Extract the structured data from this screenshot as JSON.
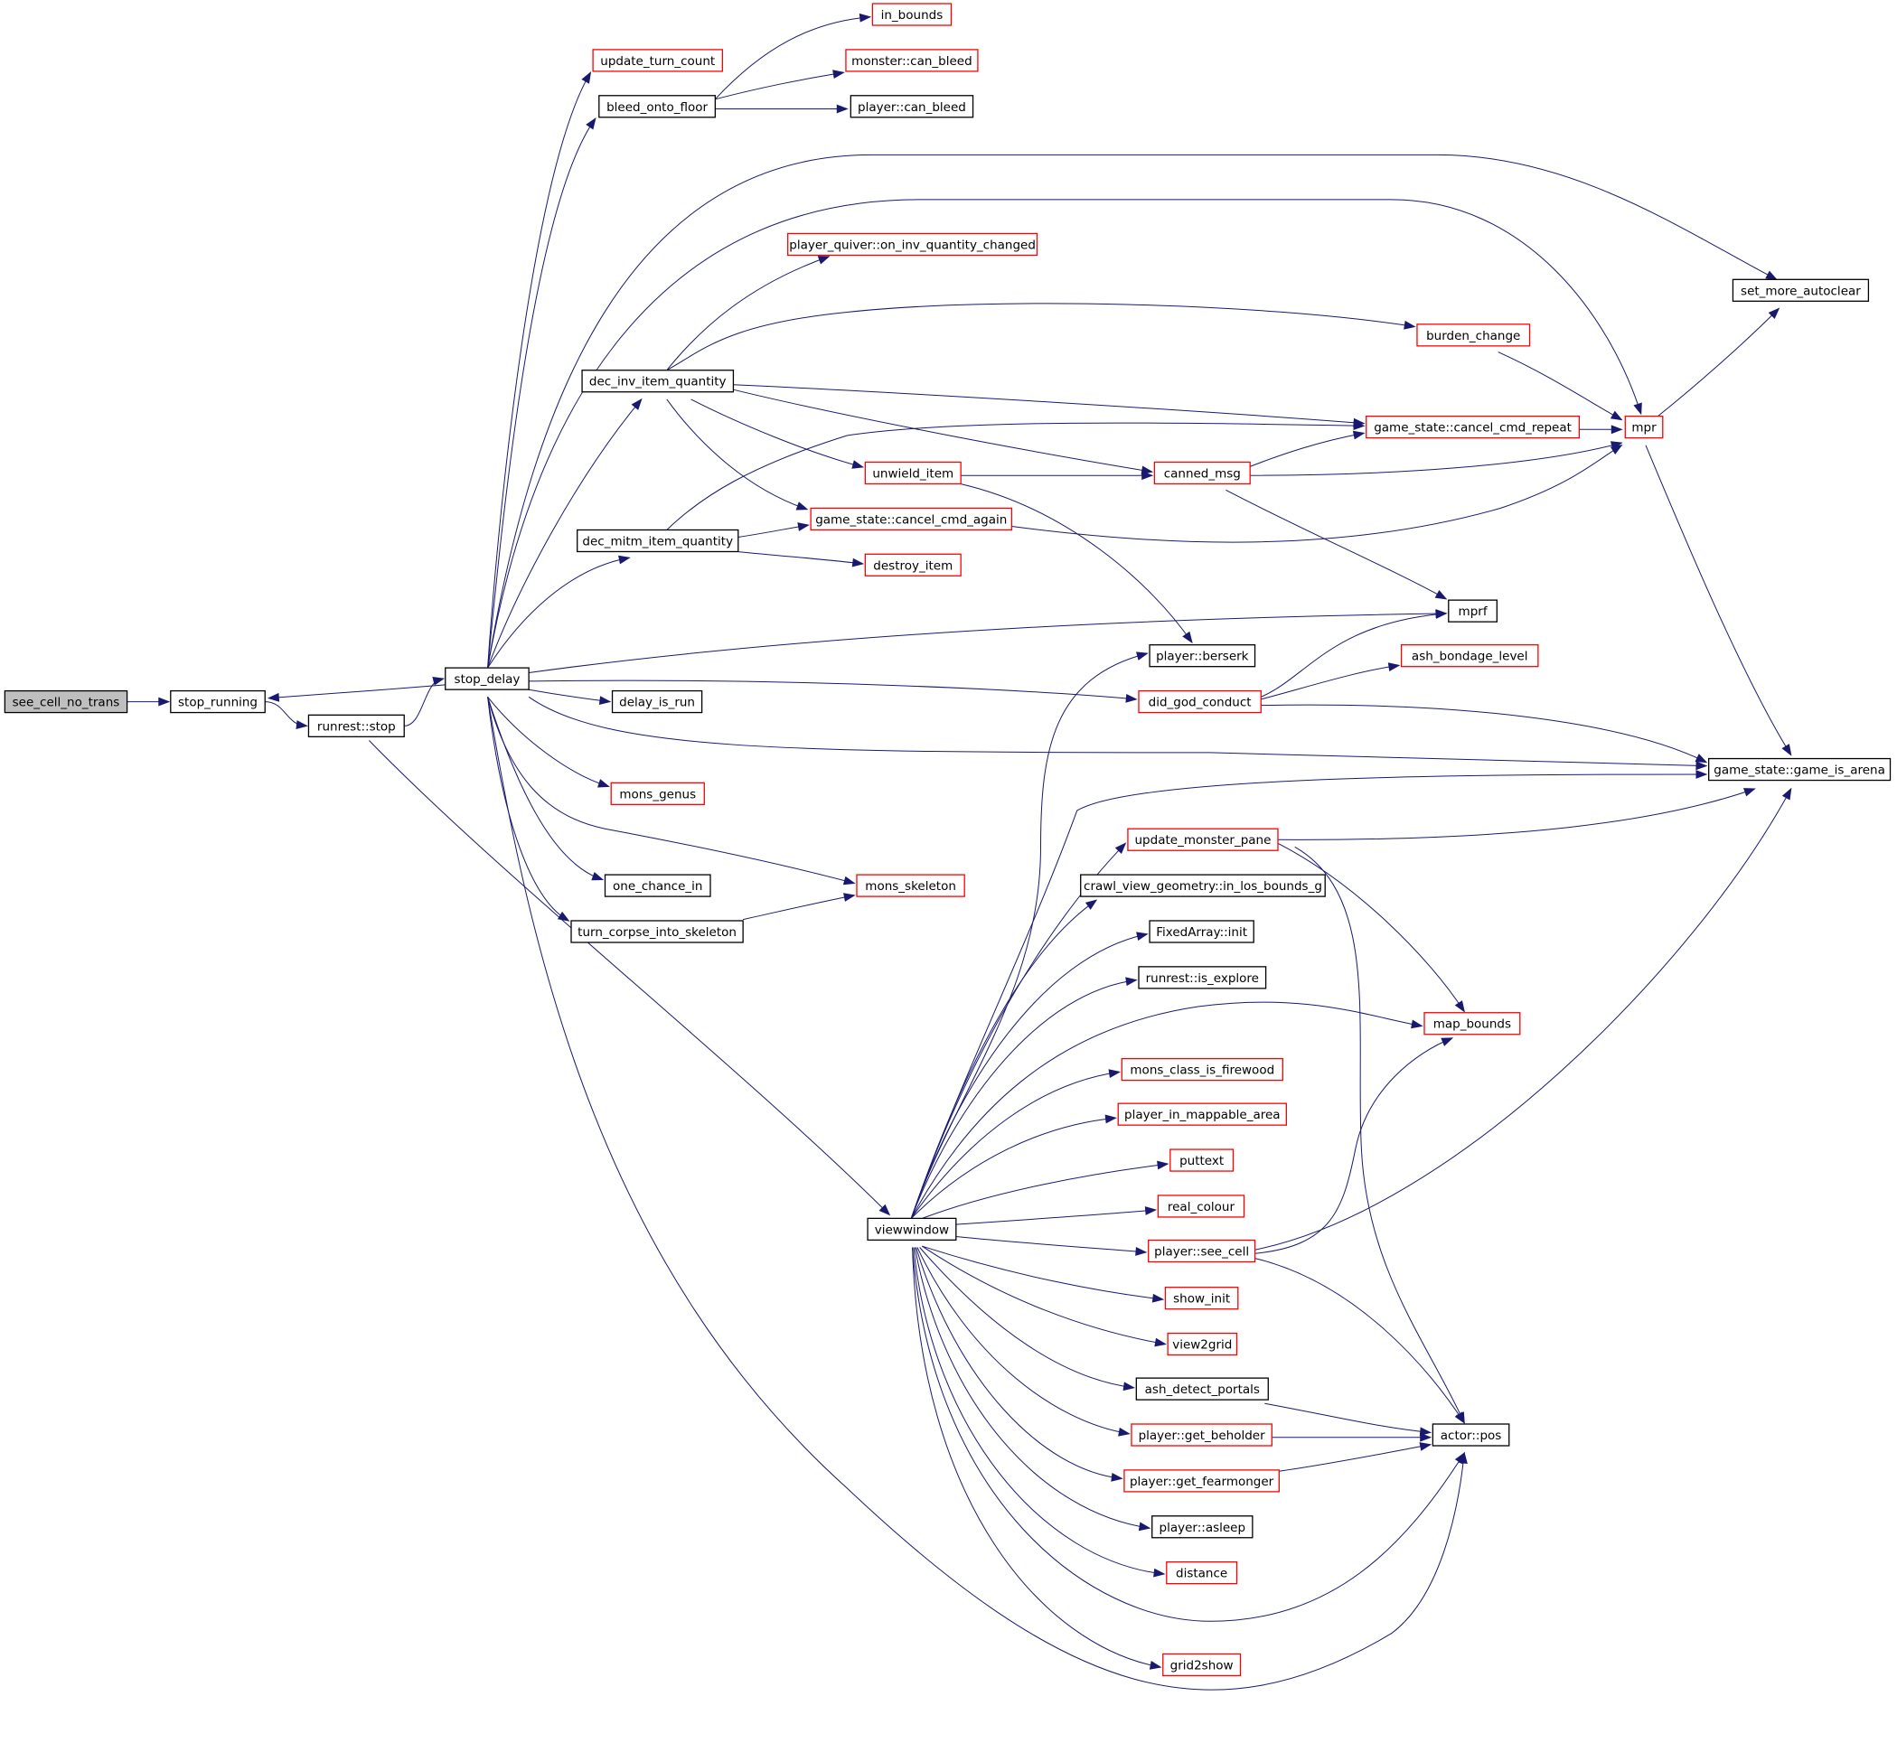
{
  "colors": {
    "edge": "#191970",
    "border_normal": "#000000",
    "border_truncated": "#ff0000",
    "root_fill": "#bfbfbf",
    "node_fill": "#ffffff"
  },
  "nodes": {
    "see_cell_no_trans": {
      "label": "see_cell_no_trans",
      "kind": "root"
    },
    "stop_running": {
      "label": "stop_running",
      "kind": "normal"
    },
    "runrest_stop": {
      "label": "runrest::stop",
      "kind": "normal"
    },
    "stop_delay": {
      "label": "stop_delay",
      "kind": "normal"
    },
    "update_turn_count": {
      "label": "update_turn_count",
      "kind": "truncated"
    },
    "bleed_onto_floor": {
      "label": "bleed_onto_floor",
      "kind": "normal"
    },
    "in_bounds": {
      "label": "in_bounds",
      "kind": "truncated"
    },
    "monster_can_bleed": {
      "label": "monster::can_bleed",
      "kind": "truncated"
    },
    "player_can_bleed": {
      "label": "player::can_bleed",
      "kind": "normal"
    },
    "set_more_autoclear": {
      "label": "set_more_autoclear",
      "kind": "normal"
    },
    "player_quiver_on_inv_quantity_changed": {
      "label": "player_quiver::on_inv_quantity_changed",
      "kind": "truncated"
    },
    "burden_change": {
      "label": "burden_change",
      "kind": "truncated"
    },
    "dec_inv_item_quantity": {
      "label": "dec_inv_item_quantity",
      "kind": "normal"
    },
    "game_state_cancel_cmd_repeat": {
      "label": "game_state::cancel_cmd_repeat",
      "kind": "truncated"
    },
    "mpr": {
      "label": "mpr",
      "kind": "truncated"
    },
    "unwield_item": {
      "label": "unwield_item",
      "kind": "truncated"
    },
    "canned_msg": {
      "label": "canned_msg",
      "kind": "truncated"
    },
    "dec_mitm_item_quantity": {
      "label": "dec_mitm_item_quantity",
      "kind": "normal"
    },
    "game_state_cancel_cmd_again": {
      "label": "game_state::cancel_cmd_again",
      "kind": "truncated"
    },
    "destroy_item": {
      "label": "destroy_item",
      "kind": "truncated"
    },
    "mprf": {
      "label": "mprf",
      "kind": "normal"
    },
    "player_berserk": {
      "label": "player::berserk",
      "kind": "normal"
    },
    "ash_bondage_level": {
      "label": "ash_bondage_level",
      "kind": "truncated"
    },
    "did_god_conduct": {
      "label": "did_god_conduct",
      "kind": "truncated"
    },
    "delay_is_run": {
      "label": "delay_is_run",
      "kind": "normal"
    },
    "game_state_game_is_arena": {
      "label": "game_state::game_is_arena",
      "kind": "normal"
    },
    "mons_genus": {
      "label": "mons_genus",
      "kind": "truncated"
    },
    "update_monster_pane": {
      "label": "update_monster_pane",
      "kind": "truncated"
    },
    "one_chance_in": {
      "label": "one_chance_in",
      "kind": "normal"
    },
    "mons_skeleton": {
      "label": "mons_skeleton",
      "kind": "truncated"
    },
    "crawl_view_geometry_in_los_bounds_g": {
      "label": "crawl_view_geometry::in_los_bounds_g",
      "kind": "normal"
    },
    "turn_corpse_into_skeleton": {
      "label": "turn_corpse_into_skeleton",
      "kind": "normal"
    },
    "fixedarray_init": {
      "label": "FixedArray::init",
      "kind": "normal"
    },
    "runrest_is_explore": {
      "label": "runrest::is_explore",
      "kind": "normal"
    },
    "map_bounds": {
      "label": "map_bounds",
      "kind": "truncated"
    },
    "mons_class_is_firewood": {
      "label": "mons_class_is_firewood",
      "kind": "truncated"
    },
    "player_in_mappable_area": {
      "label": "player_in_mappable_area",
      "kind": "truncated"
    },
    "puttext": {
      "label": "puttext",
      "kind": "truncated"
    },
    "real_colour": {
      "label": "real_colour",
      "kind": "truncated"
    },
    "viewwindow": {
      "label": "viewwindow",
      "kind": "normal"
    },
    "player_see_cell": {
      "label": "player::see_cell",
      "kind": "truncated"
    },
    "show_init": {
      "label": "show_init",
      "kind": "truncated"
    },
    "view2grid": {
      "label": "view2grid",
      "kind": "truncated"
    },
    "ash_detect_portals": {
      "label": "ash_detect_portals",
      "kind": "normal"
    },
    "player_get_beholder": {
      "label": "player::get_beholder",
      "kind": "truncated"
    },
    "actor_pos": {
      "label": "actor::pos",
      "kind": "normal"
    },
    "player_get_fearmonger": {
      "label": "player::get_fearmonger",
      "kind": "truncated"
    },
    "player_asleep": {
      "label": "player::asleep",
      "kind": "normal"
    },
    "distance": {
      "label": "distance",
      "kind": "truncated"
    },
    "grid2show": {
      "label": "grid2show",
      "kind": "truncated"
    }
  },
  "edges": [
    [
      "see_cell_no_trans",
      "stop_running"
    ],
    [
      "stop_running",
      "runrest_stop"
    ],
    [
      "runrest_stop",
      "stop_delay"
    ],
    [
      "stop_delay",
      "stop_running"
    ],
    [
      "runrest_stop",
      "viewwindow"
    ],
    [
      "stop_delay",
      "update_turn_count"
    ],
    [
      "stop_delay",
      "bleed_onto_floor"
    ],
    [
      "bleed_onto_floor",
      "in_bounds"
    ],
    [
      "bleed_onto_floor",
      "monster_can_bleed"
    ],
    [
      "bleed_onto_floor",
      "player_can_bleed"
    ],
    [
      "stop_delay",
      "set_more_autoclear"
    ],
    [
      "stop_delay",
      "mpr"
    ],
    [
      "stop_delay",
      "dec_inv_item_quantity"
    ],
    [
      "dec_inv_item_quantity",
      "player_quiver_on_inv_quantity_changed"
    ],
    [
      "dec_inv_item_quantity",
      "burden_change"
    ],
    [
      "dec_inv_item_quantity",
      "game_state_cancel_cmd_repeat"
    ],
    [
      "dec_inv_item_quantity",
      "canned_msg"
    ],
    [
      "dec_inv_item_quantity",
      "unwield_item"
    ],
    [
      "dec_inv_item_quantity",
      "game_state_cancel_cmd_again"
    ],
    [
      "burden_change",
      "mpr"
    ],
    [
      "game_state_cancel_cmd_repeat",
      "mpr"
    ],
    [
      "mpr",
      "set_more_autoclear"
    ],
    [
      "mpr",
      "game_state_game_is_arena"
    ],
    [
      "unwield_item",
      "canned_msg"
    ],
    [
      "unwield_item",
      "player_berserk"
    ],
    [
      "canned_msg",
      "game_state_cancel_cmd_repeat"
    ],
    [
      "canned_msg",
      "mpr"
    ],
    [
      "canned_msg",
      "mprf"
    ],
    [
      "stop_delay",
      "dec_mitm_item_quantity"
    ],
    [
      "dec_mitm_item_quantity",
      "game_state_cancel_cmd_repeat"
    ],
    [
      "dec_mitm_item_quantity",
      "game_state_cancel_cmd_again"
    ],
    [
      "dec_mitm_item_quantity",
      "destroy_item"
    ],
    [
      "game_state_cancel_cmd_again",
      "mpr"
    ],
    [
      "stop_delay",
      "mprf"
    ],
    [
      "stop_delay",
      "delay_is_run"
    ],
    [
      "stop_delay",
      "did_god_conduct"
    ],
    [
      "did_god_conduct",
      "mprf"
    ],
    [
      "did_god_conduct",
      "ash_bondage_level"
    ],
    [
      "did_god_conduct",
      "game_state_game_is_arena"
    ],
    [
      "stop_delay",
      "game_state_game_is_arena"
    ],
    [
      "stop_delay",
      "mons_genus"
    ],
    [
      "stop_delay",
      "mons_skeleton"
    ],
    [
      "stop_delay",
      "one_chance_in"
    ],
    [
      "stop_delay",
      "turn_corpse_into_skeleton"
    ],
    [
      "turn_corpse_into_skeleton",
      "mons_skeleton"
    ],
    [
      "stop_delay",
      "actor_pos"
    ],
    [
      "viewwindow",
      "player_berserk"
    ],
    [
      "viewwindow",
      "game_state_game_is_arena"
    ],
    [
      "viewwindow",
      "update_monster_pane"
    ],
    [
      "update_monster_pane",
      "game_state_game_is_arena"
    ],
    [
      "update_monster_pane",
      "map_bounds"
    ],
    [
      "update_monster_pane",
      "actor_pos"
    ],
    [
      "viewwindow",
      "crawl_view_geometry_in_los_bounds_g"
    ],
    [
      "viewwindow",
      "fixedarray_init"
    ],
    [
      "viewwindow",
      "runrest_is_explore"
    ],
    [
      "viewwindow",
      "map_bounds"
    ],
    [
      "viewwindow",
      "mons_class_is_firewood"
    ],
    [
      "viewwindow",
      "player_in_mappable_area"
    ],
    [
      "viewwindow",
      "puttext"
    ],
    [
      "viewwindow",
      "real_colour"
    ],
    [
      "viewwindow",
      "player_see_cell"
    ],
    [
      "player_see_cell",
      "map_bounds"
    ],
    [
      "player_see_cell",
      "game_state_game_is_arena"
    ],
    [
      "player_see_cell",
      "actor_pos"
    ],
    [
      "viewwindow",
      "show_init"
    ],
    [
      "viewwindow",
      "view2grid"
    ],
    [
      "viewwindow",
      "ash_detect_portals"
    ],
    [
      "ash_detect_portals",
      "actor_pos"
    ],
    [
      "viewwindow",
      "player_get_beholder"
    ],
    [
      "player_get_beholder",
      "actor_pos"
    ],
    [
      "viewwindow",
      "player_get_fearmonger"
    ],
    [
      "player_get_fearmonger",
      "actor_pos"
    ],
    [
      "viewwindow",
      "player_asleep"
    ],
    [
      "viewwindow",
      "distance"
    ],
    [
      "viewwindow",
      "actor_pos"
    ],
    [
      "viewwindow",
      "grid2show"
    ]
  ]
}
